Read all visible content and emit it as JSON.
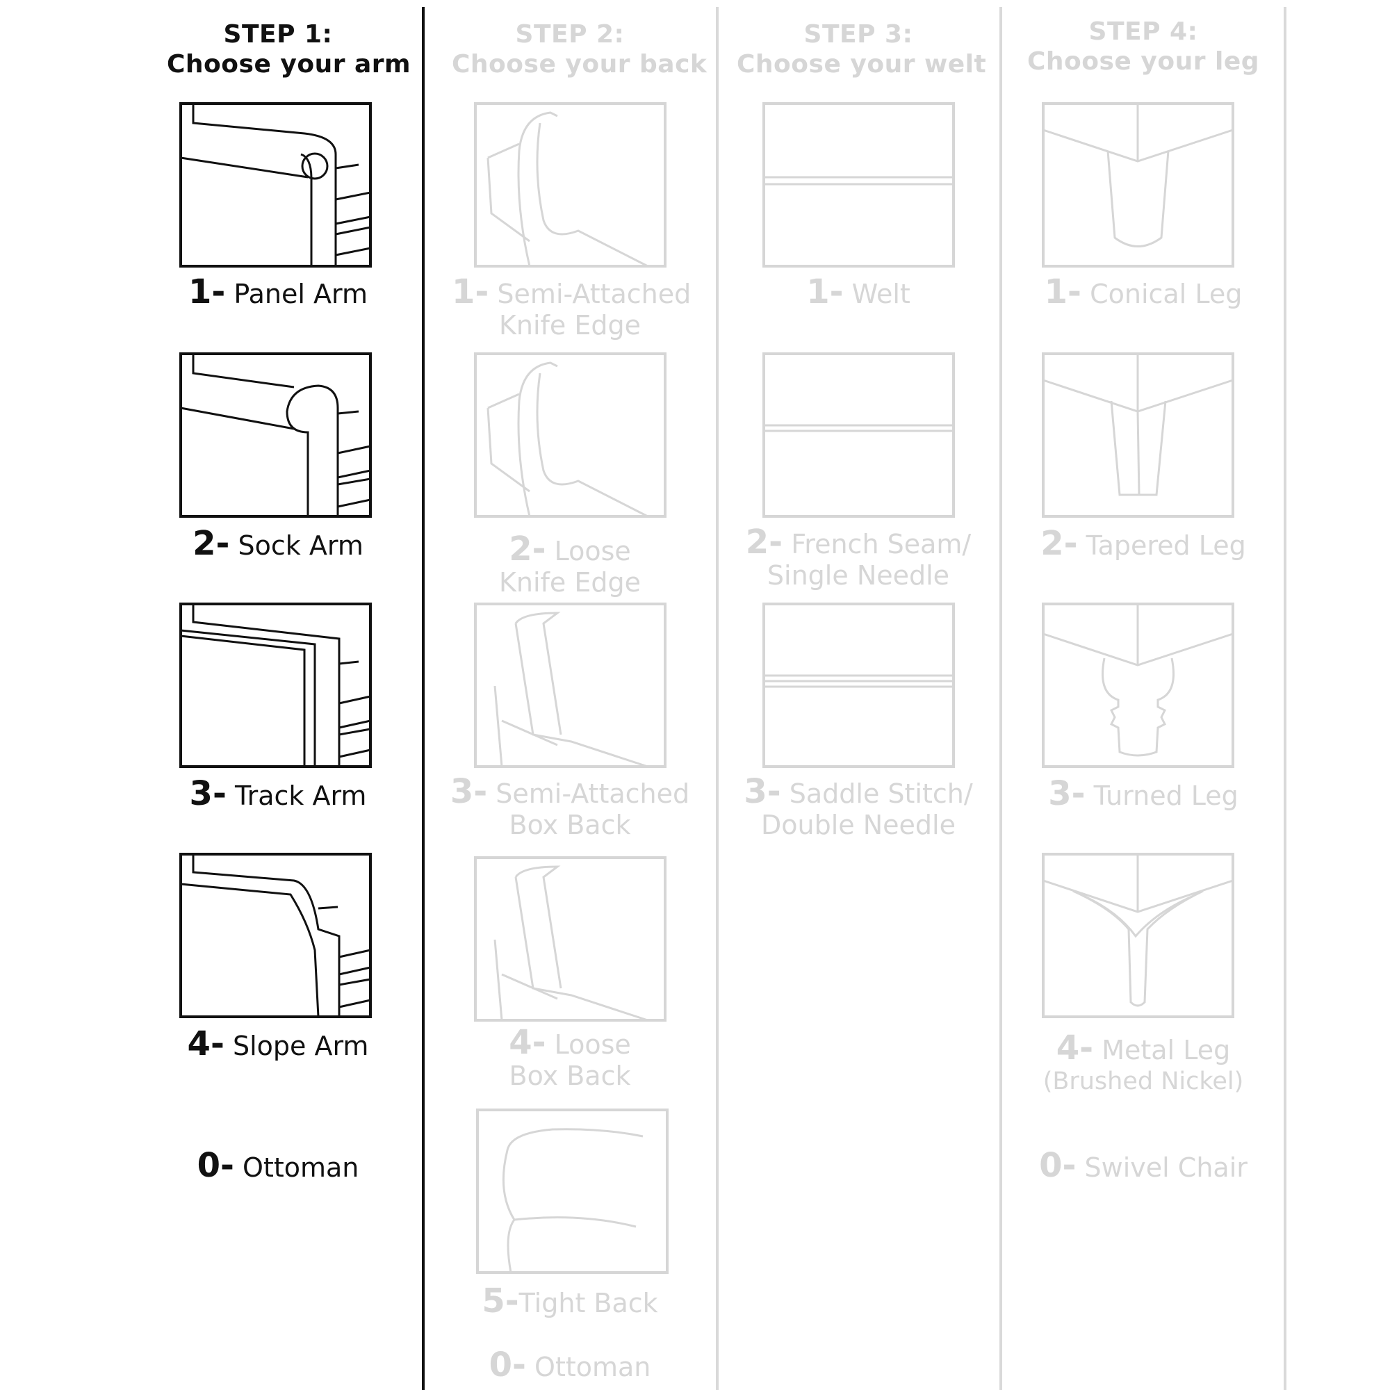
{
  "colors": {
    "active": "#111111",
    "muted": "#d6d6d6"
  },
  "steps": [
    {
      "title_line1": "STEP 1:",
      "title_line2": "Choose your arm",
      "options": [
        {
          "num": "1-",
          "text": "Panel Arm",
          "icon": "panel-arm-icon"
        },
        {
          "num": "2-",
          "text": "Sock Arm",
          "icon": "sock-arm-icon"
        },
        {
          "num": "3-",
          "text": "Track Arm",
          "icon": "track-arm-icon"
        },
        {
          "num": "4-",
          "text": "Slope Arm",
          "icon": "slope-arm-icon"
        },
        {
          "num": "0-",
          "text": "Ottoman"
        }
      ]
    },
    {
      "title_line1": "STEP 2:",
      "title_line2": "Choose your back",
      "options": [
        {
          "num": "1-",
          "text": "Semi-Attached",
          "text2": "Knife Edge",
          "icon": "semi-attached-knife-edge-icon"
        },
        {
          "num": "2-",
          "text": "Loose",
          "text2": "Knife Edge",
          "icon": "loose-knife-edge-icon"
        },
        {
          "num": "3-",
          "text": "Semi-Attached",
          "text2": "Box Back",
          "icon": "semi-attached-box-back-icon"
        },
        {
          "num": "4-",
          "text": "Loose",
          "text2": "Box Back",
          "icon": "loose-box-back-icon"
        },
        {
          "num": "5-",
          "text": "Tight Back",
          "icon": "tight-back-icon"
        },
        {
          "num": "0-",
          "text": "Ottoman"
        }
      ]
    },
    {
      "title_line1": "STEP 3:",
      "title_line2": "Choose your welt",
      "options": [
        {
          "num": "1-",
          "text": "Welt",
          "icon": "welt-icon"
        },
        {
          "num": "2-",
          "text": "French Seam/",
          "text2": "Single Needle",
          "icon": "french-seam-icon"
        },
        {
          "num": "3-",
          "text": "Saddle Stitch/",
          "text2": "Double Needle",
          "icon": "saddle-stitch-icon"
        }
      ]
    },
    {
      "title_line1": "STEP 4:",
      "title_line2": "Choose your leg",
      "options": [
        {
          "num": "1-",
          "text": "Conical Leg",
          "icon": "conical-leg-icon"
        },
        {
          "num": "2-",
          "text": "Tapered Leg",
          "icon": "tapered-leg-icon"
        },
        {
          "num": "3-",
          "text": "Turned Leg",
          "icon": "turned-leg-icon"
        },
        {
          "num": "4-",
          "text": "Metal Leg",
          "text2": "(Brushed Nickel)",
          "icon": "metal-leg-icon"
        },
        {
          "num": "0-",
          "text": "Swivel Chair"
        }
      ]
    }
  ]
}
